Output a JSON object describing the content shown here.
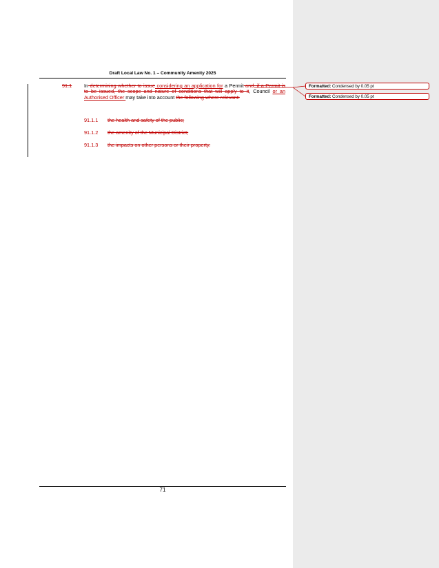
{
  "header": {
    "title": "Draft Local Law No. 1 – Community Amenity 2025"
  },
  "clause": {
    "number": "91.1",
    "segments": [
      {
        "text": "In",
        "type": "normal"
      },
      {
        "text": " determining whether to issue",
        "type": "del"
      },
      {
        "text": " considering an application for",
        "type": "ins"
      },
      {
        "text": " ",
        "type": "normal"
      },
      {
        "text": "a",
        "type": "normal"
      },
      {
        "text": " Permit",
        "type": "normal"
      },
      {
        "text": " and, if a Permit is to be issued, the scope and nature of conditions that will apply to it",
        "type": "del"
      },
      {
        "text": ", Council ",
        "type": "normal"
      },
      {
        "text": "or an Authorised Officer ",
        "type": "ins"
      },
      {
        "text": "may take into account ",
        "type": "normal"
      },
      {
        "text": "the following where relevant:",
        "type": "del"
      }
    ]
  },
  "subclauses": [
    {
      "number": "91.1.1",
      "text": "the health and safety of the public;"
    },
    {
      "number": "91.1.2",
      "text": "the amenity of the Municipal District;"
    },
    {
      "number": "91.1.3",
      "text": "the impacts on other persons or their property."
    }
  ],
  "comments": [
    {
      "label": "Formatted:",
      "text": "Condensed by  0.05 pt"
    },
    {
      "label": "Formatted:",
      "text": "Condensed by  0.05 pt"
    }
  ],
  "footer": {
    "page_number": "71"
  },
  "colors": {
    "revision": "#c00000",
    "markup_pane": "#ebebeb"
  }
}
